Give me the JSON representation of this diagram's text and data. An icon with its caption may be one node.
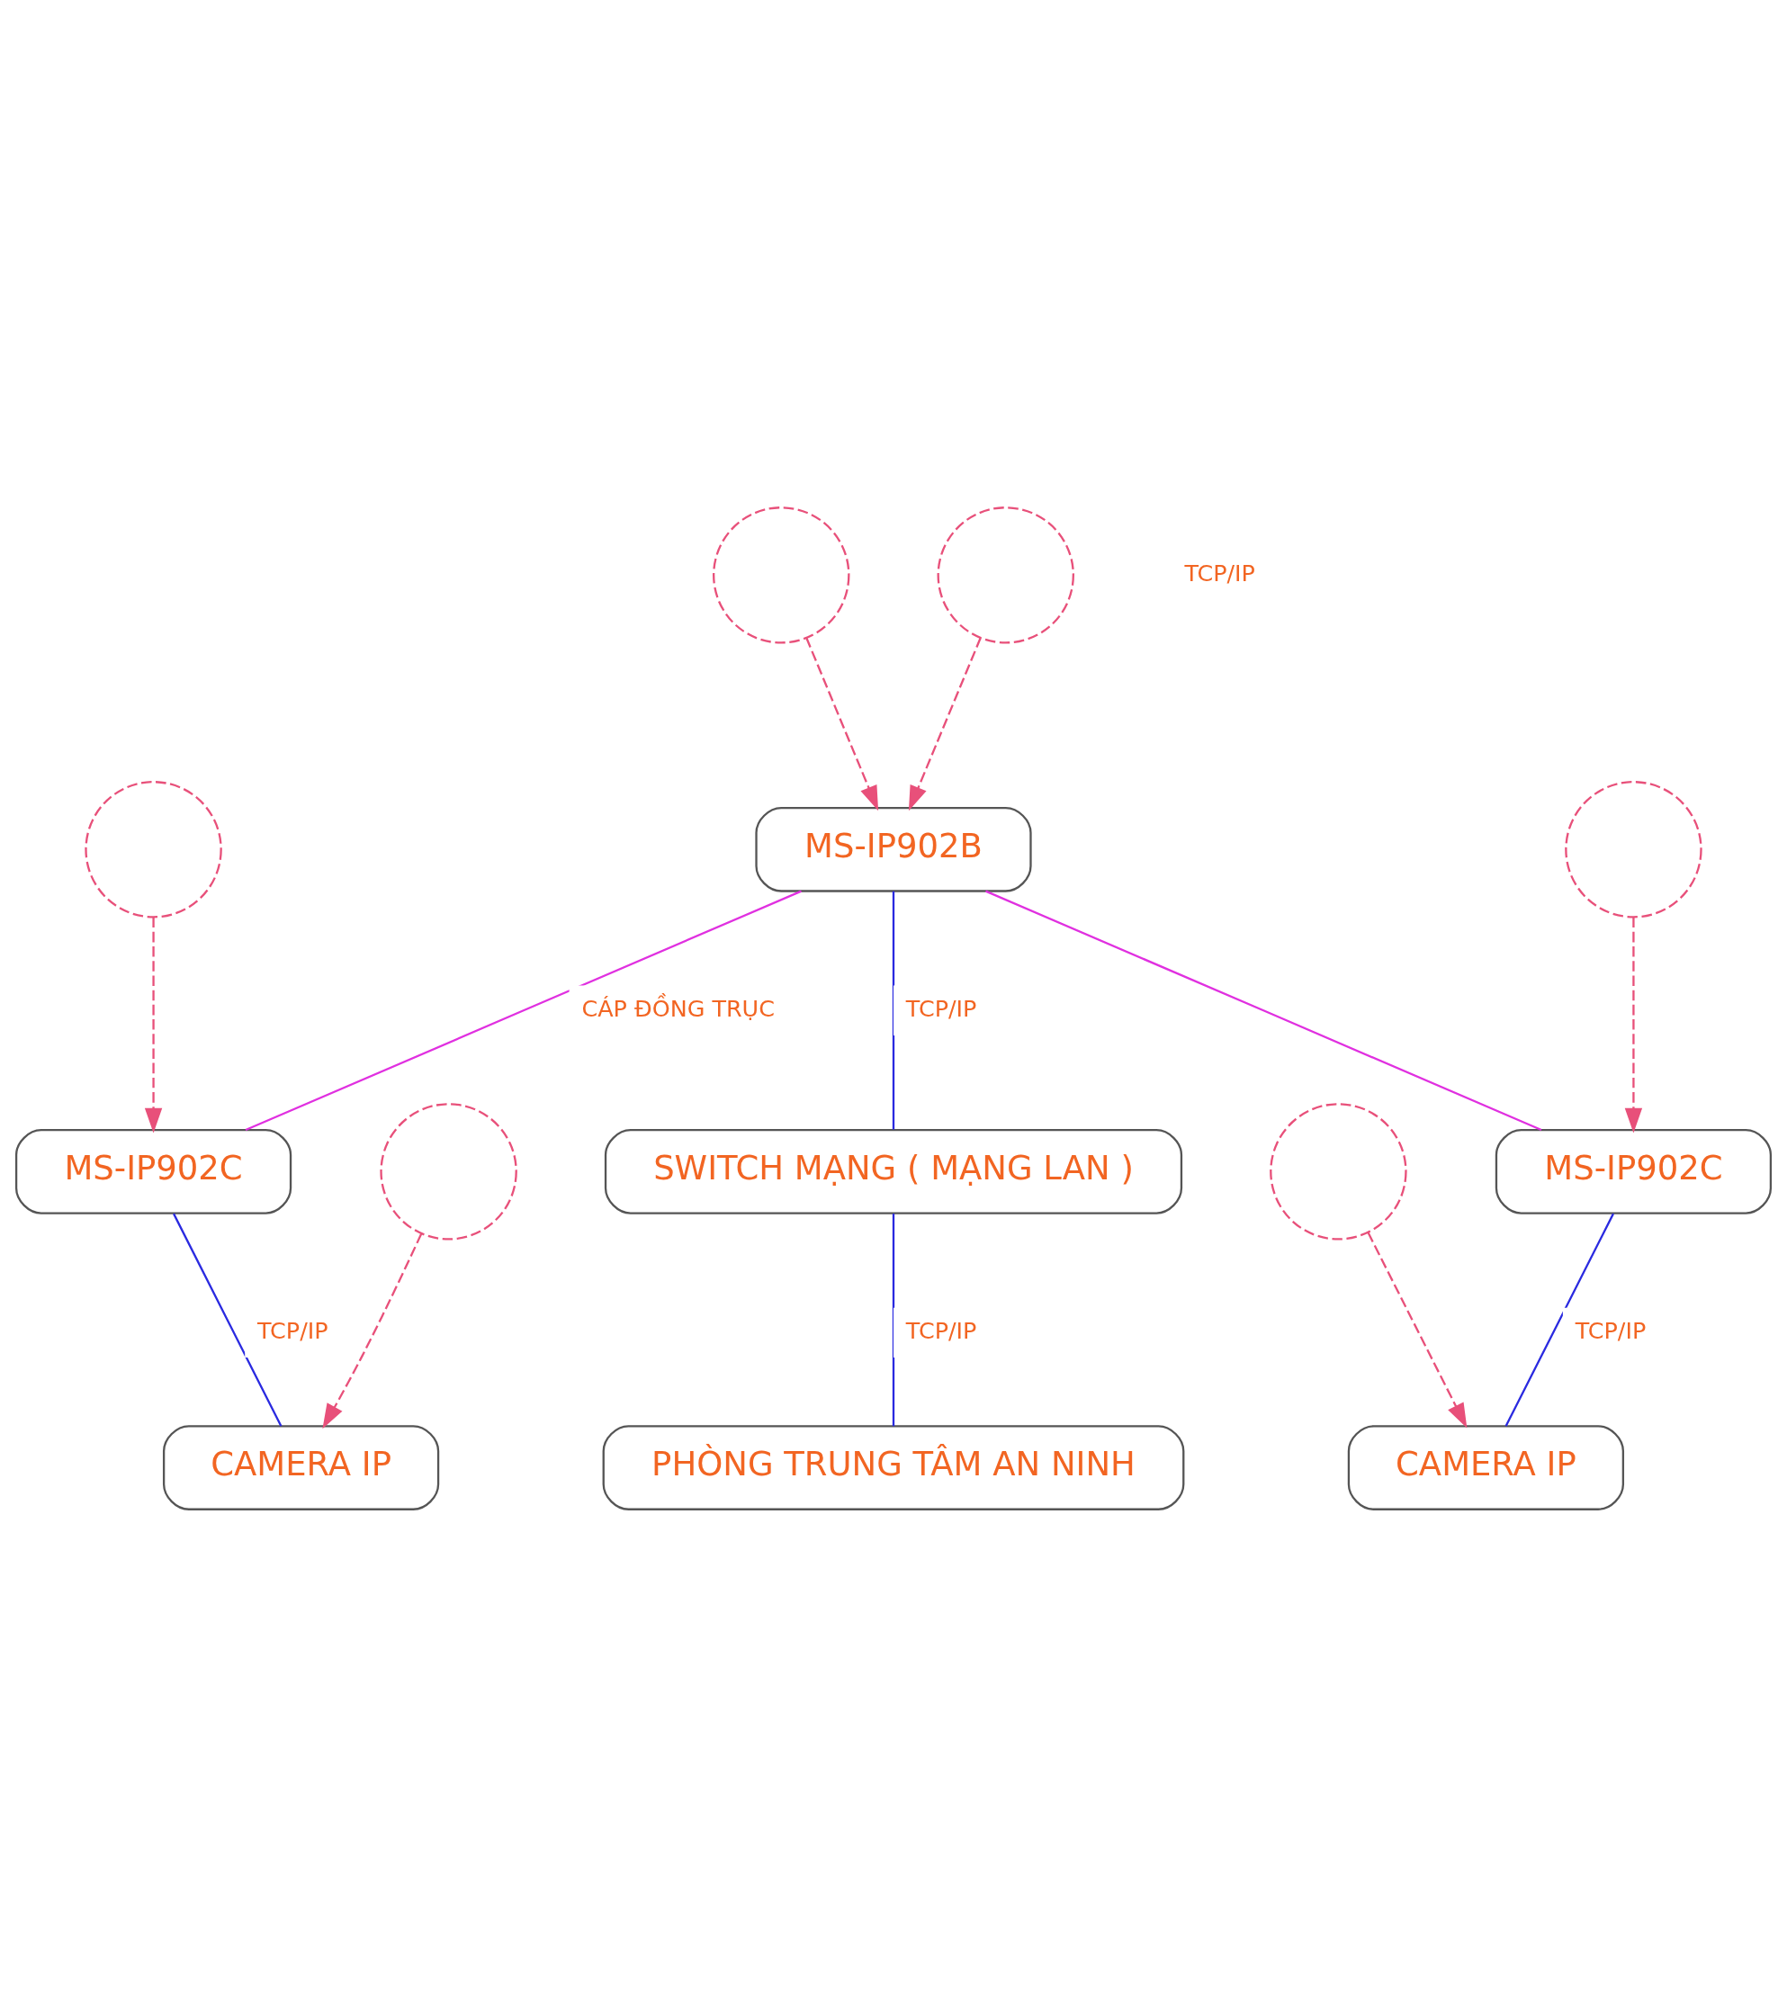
{
  "diagram": {
    "nodes": [
      {
        "text": [],
        "shape": "circle"
      },
      {
        "text": [
          "MS-IP902B"
        ]
      },
      {
        "text": [],
        "shape": "circle"
      },
      {
        "text": [],
        "shape": "circle"
      },
      {
        "text": [
          "MS-IP902C"
        ]
      },
      {
        "text": [
          "MS-IP902C"
        ]
      },
      {
        "text": [],
        "shape": "circle"
      },
      {
        "text": [],
        "shape": "circle"
      },
      {
        "text": [
          "CAMERA IP"
        ]
      },
      {
        "text": [
          "CAMERA IP"
        ]
      },
      {
        "text": [],
        "shape": "circle"
      },
      {
        "text": [
          "SWITCH MẠNG ( MẠNG LAN )"
        ]
      },
      {
        "text": [
          "PHÒNG TRUNG TÂM AN NINH"
        ]
      }
    ],
    "edges": [
      {
        "from": 0,
        "to": 1,
        "arrow": "to",
        "style": "dashed",
        "color": "#e8507a"
      },
      {
        "from": 2,
        "to": 1,
        "arrow": "to",
        "style": "dashed",
        "color": "#e8507a"
      },
      {
        "from": 1,
        "to": 4,
        "arrow": "none",
        "label": "CÁP ĐỒNG TRỤC",
        "color": "#e030e0"
      },
      {
        "from": 1,
        "to": 5,
        "arrow": "none",
        "color": "#e030e0"
      },
      {
        "from": 1,
        "to": 11,
        "arrow": "none",
        "label": "TCP/IP",
        "color": "#2a2ae0"
      },
      {
        "from": 3,
        "to": 4,
        "arrow": "to",
        "style": "dashed",
        "color": "#e8507a"
      },
      {
        "from": 6,
        "to": 5,
        "arrow": "to",
        "style": "dashed",
        "color": "#e8507a"
      },
      {
        "from": 4,
        "to": 8,
        "arrow": "none",
        "label": "TCP/IP",
        "color": "#2a2ae0"
      },
      {
        "from": 5,
        "to": 9,
        "arrow": "none",
        "label": "TCP/IP",
        "color": "#2a2ae0"
      },
      {
        "from": 7,
        "to": 8,
        "arrow": "to",
        "style": "dashed",
        "color": "#e8507a"
      },
      {
        "from": 10,
        "to": 9,
        "arrow": "to",
        "style": "dashed",
        "color": "#e8507a"
      },
      {
        "from": 11,
        "to": 12,
        "arrow": "none",
        "label": "TCP/IP",
        "color": "#2a2ae0"
      }
    ],
    "labels": [
      "TCP/IP"
    ]
  }
}
